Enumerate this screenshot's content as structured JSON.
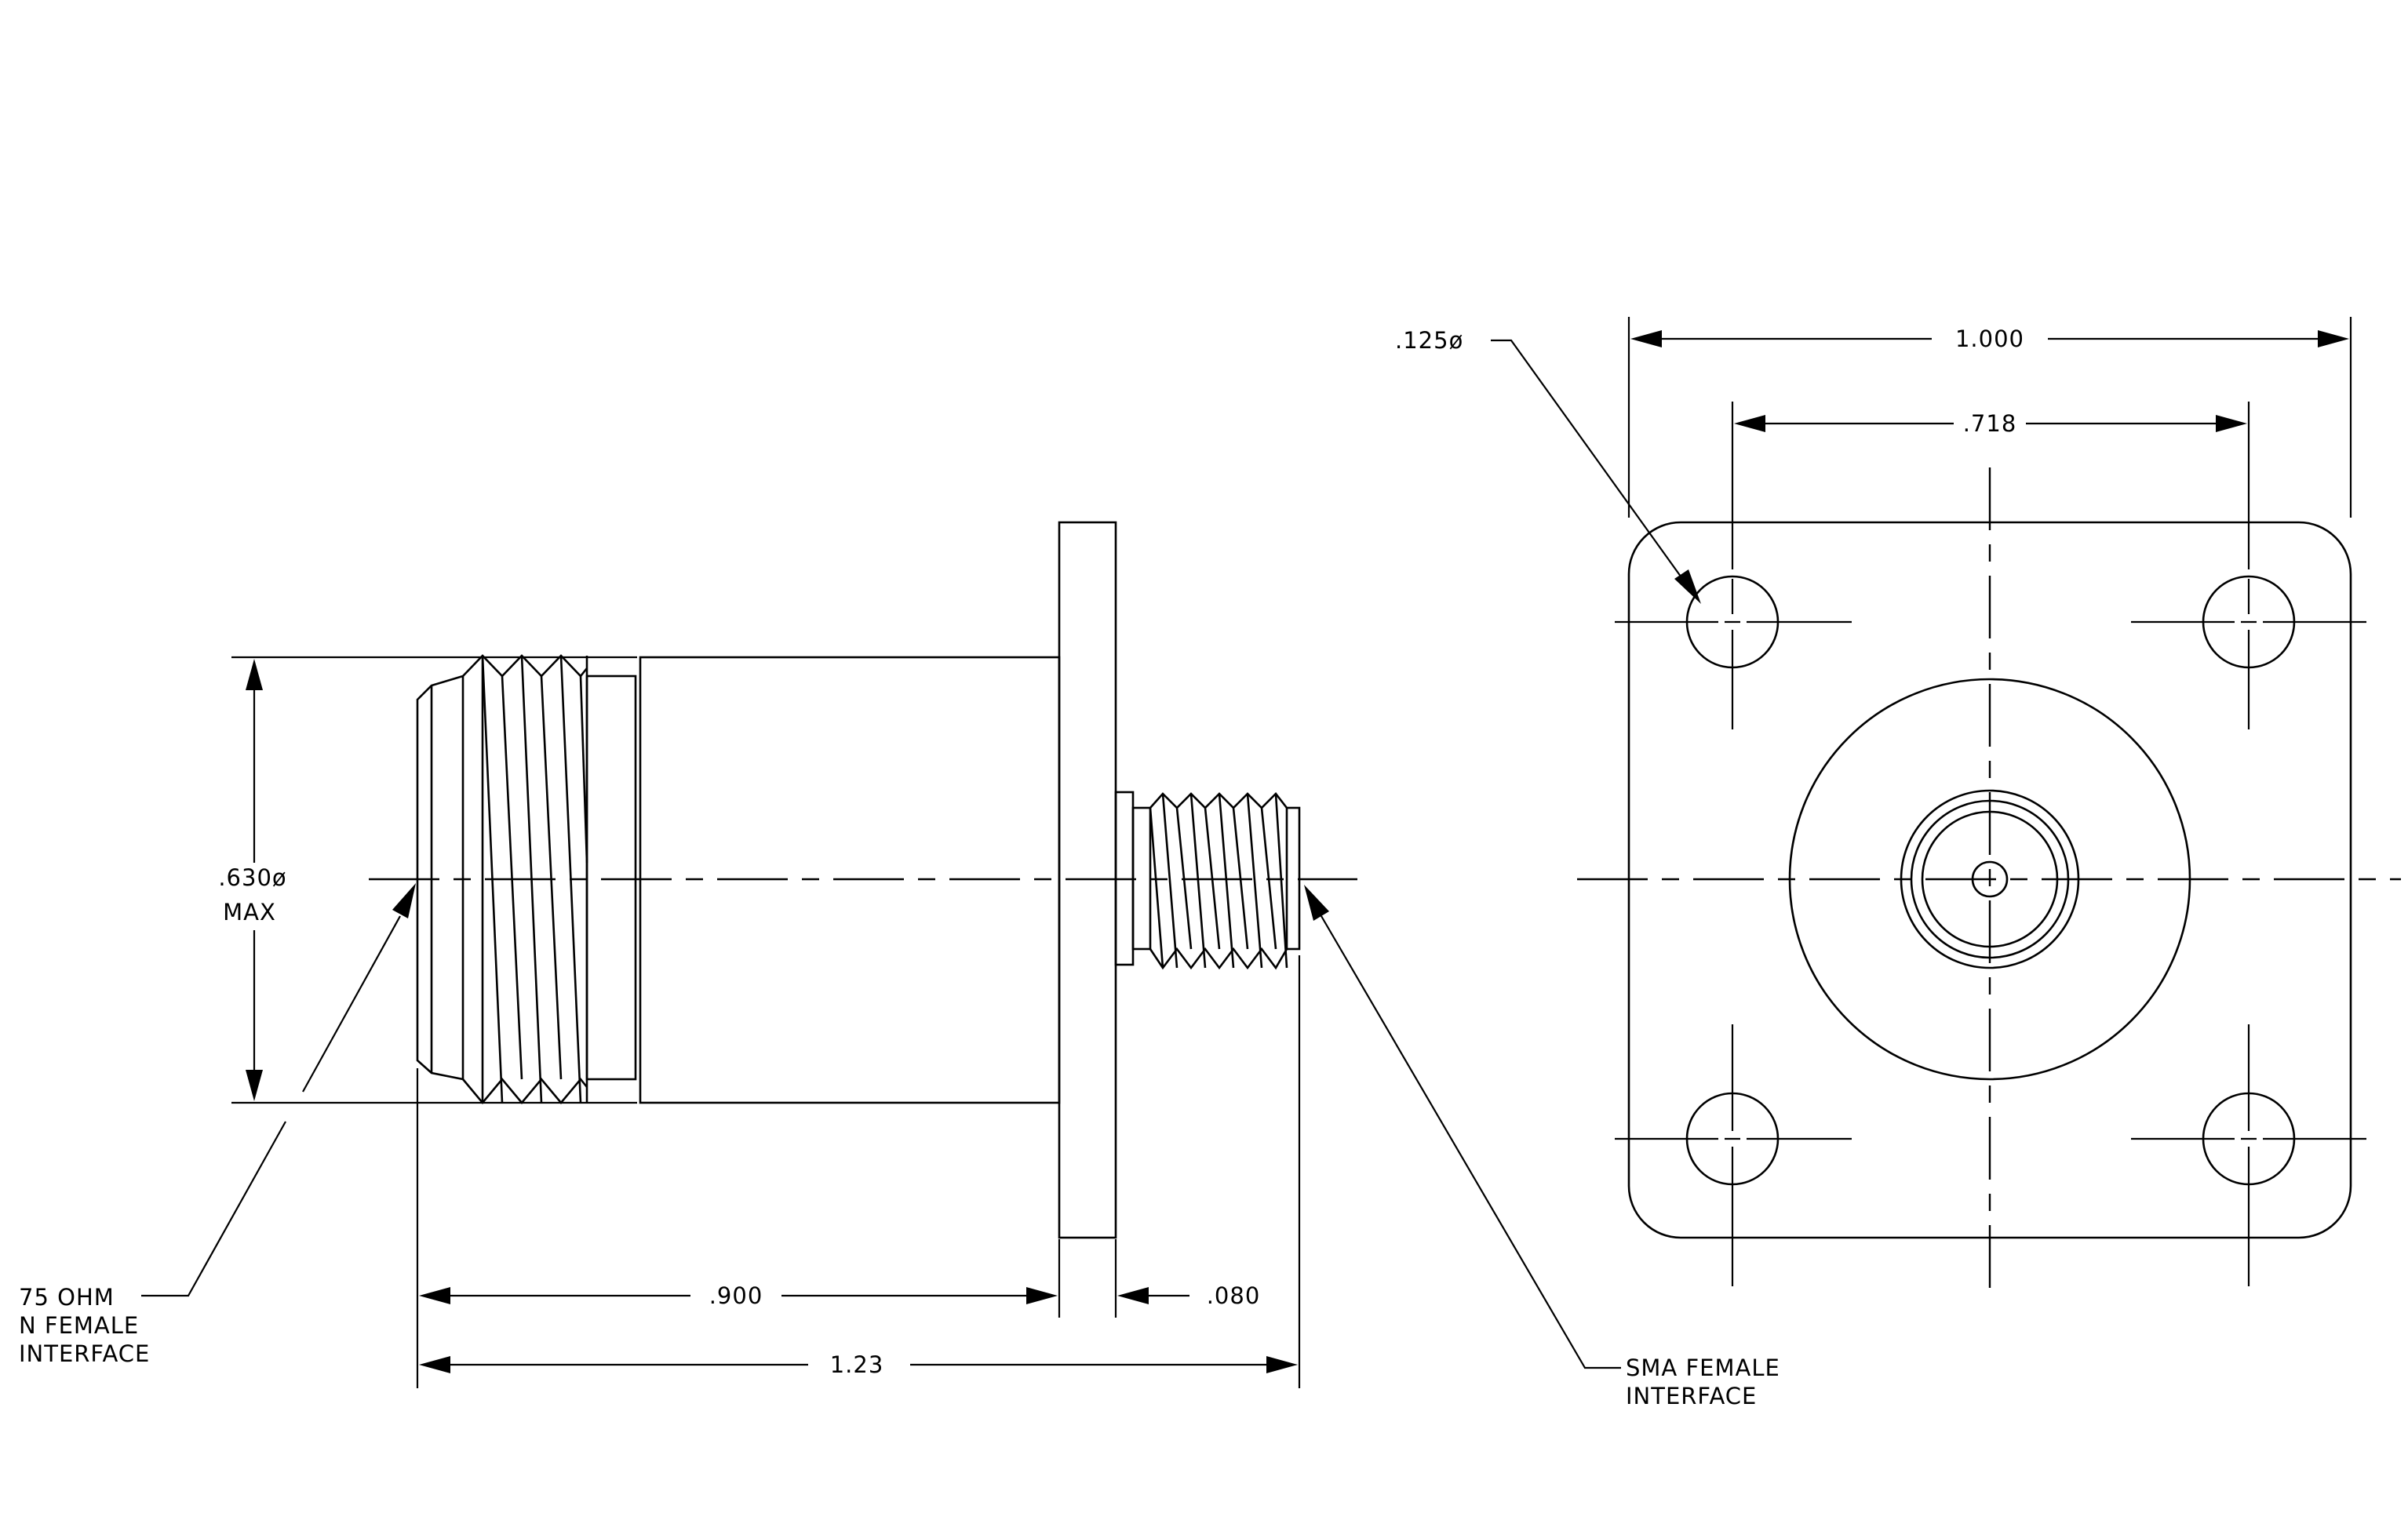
{
  "side_view": {
    "diameter_label": ".630ø",
    "diameter_note": "MAX",
    "length_900": ".900",
    "length_080": ".080",
    "length_123": "1.23",
    "n_interface_line1": "75  OHM",
    "n_interface_line2": "N  FEMALE",
    "n_interface_line3": "INTERFACE",
    "sma_interface_line1": "SMA  FEMALE",
    "sma_interface_line2": "INTERFACE"
  },
  "front_view": {
    "hole_label": ".125ø",
    "width_label": "1.000",
    "hole_spacing_label": ".718"
  }
}
